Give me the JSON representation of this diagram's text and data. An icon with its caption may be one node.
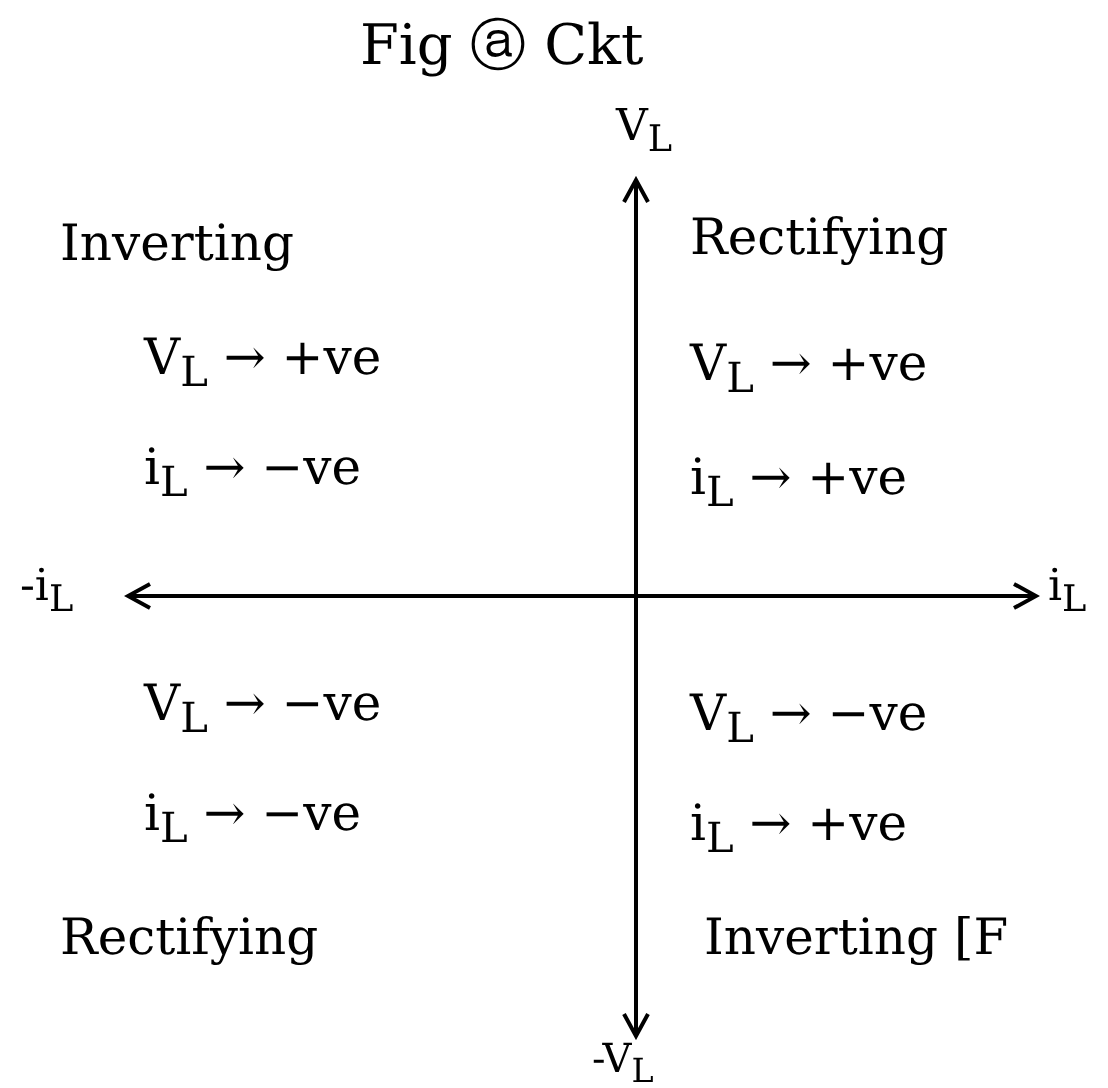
{
  "diagram": {
    "title": "Fig ⓐ Ckt",
    "labels": [
      "V$_{L}$",
      "Inverting",
      "Rectifying",
      "V$_{L}$ → +ve",
      "V$_{L}$ → +ve",
      "i$_{L}$ → −ve",
      "i$_{L}$ → +ve",
      "-i$_{L}$",
      "i$_{L}$",
      "V$_{L}$ → −ve",
      "V$_{L}$ → −ve",
      "i$_{L}$ → −ve",
      "i$_{L}$ → +ve",
      "Rectifying",
      "Inverting [F",
      "-V$_{L}$"
    ]
  }
}
